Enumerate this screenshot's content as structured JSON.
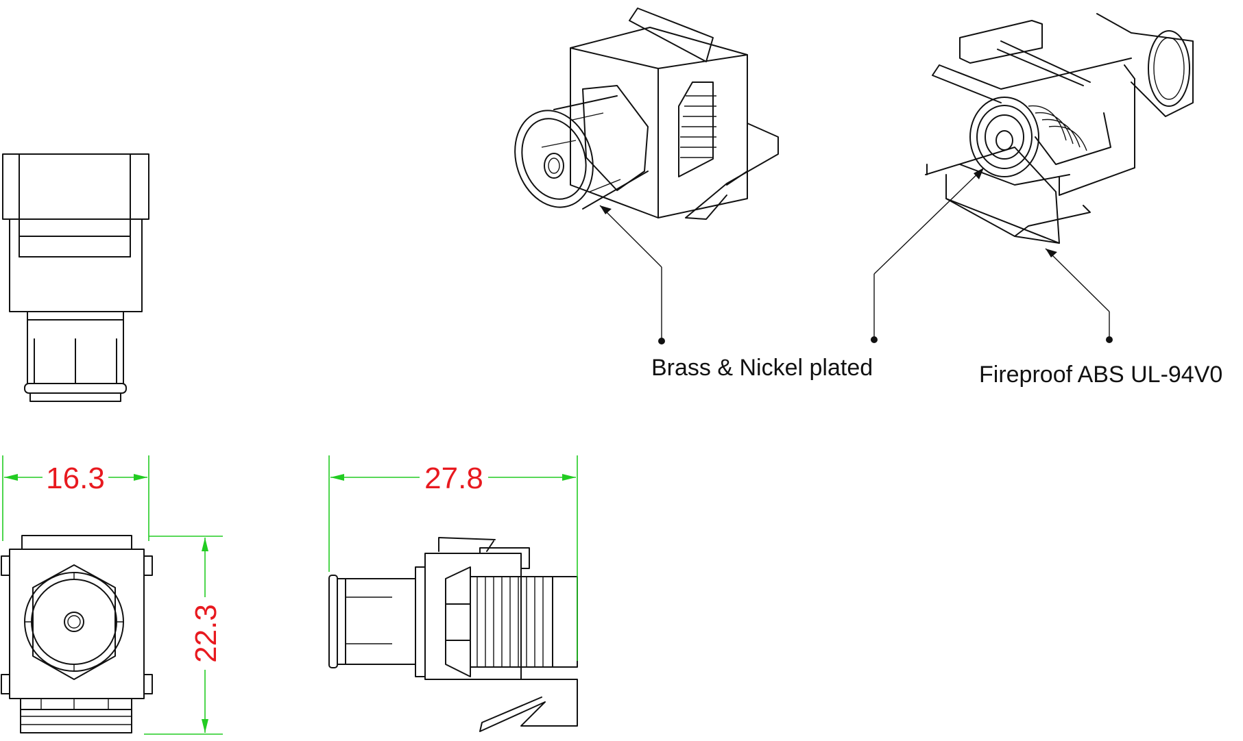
{
  "labels": {
    "material_contact": "Brass & Nickel plated",
    "material_housing": "Fireproof ABS UL-94V0"
  },
  "dimensions": {
    "width": "16.3",
    "length": "27.8",
    "height": "22.3"
  },
  "colors": {
    "outline": "#111111",
    "dimension_line": "#22cc22",
    "dimension_text": "#e8191f"
  }
}
